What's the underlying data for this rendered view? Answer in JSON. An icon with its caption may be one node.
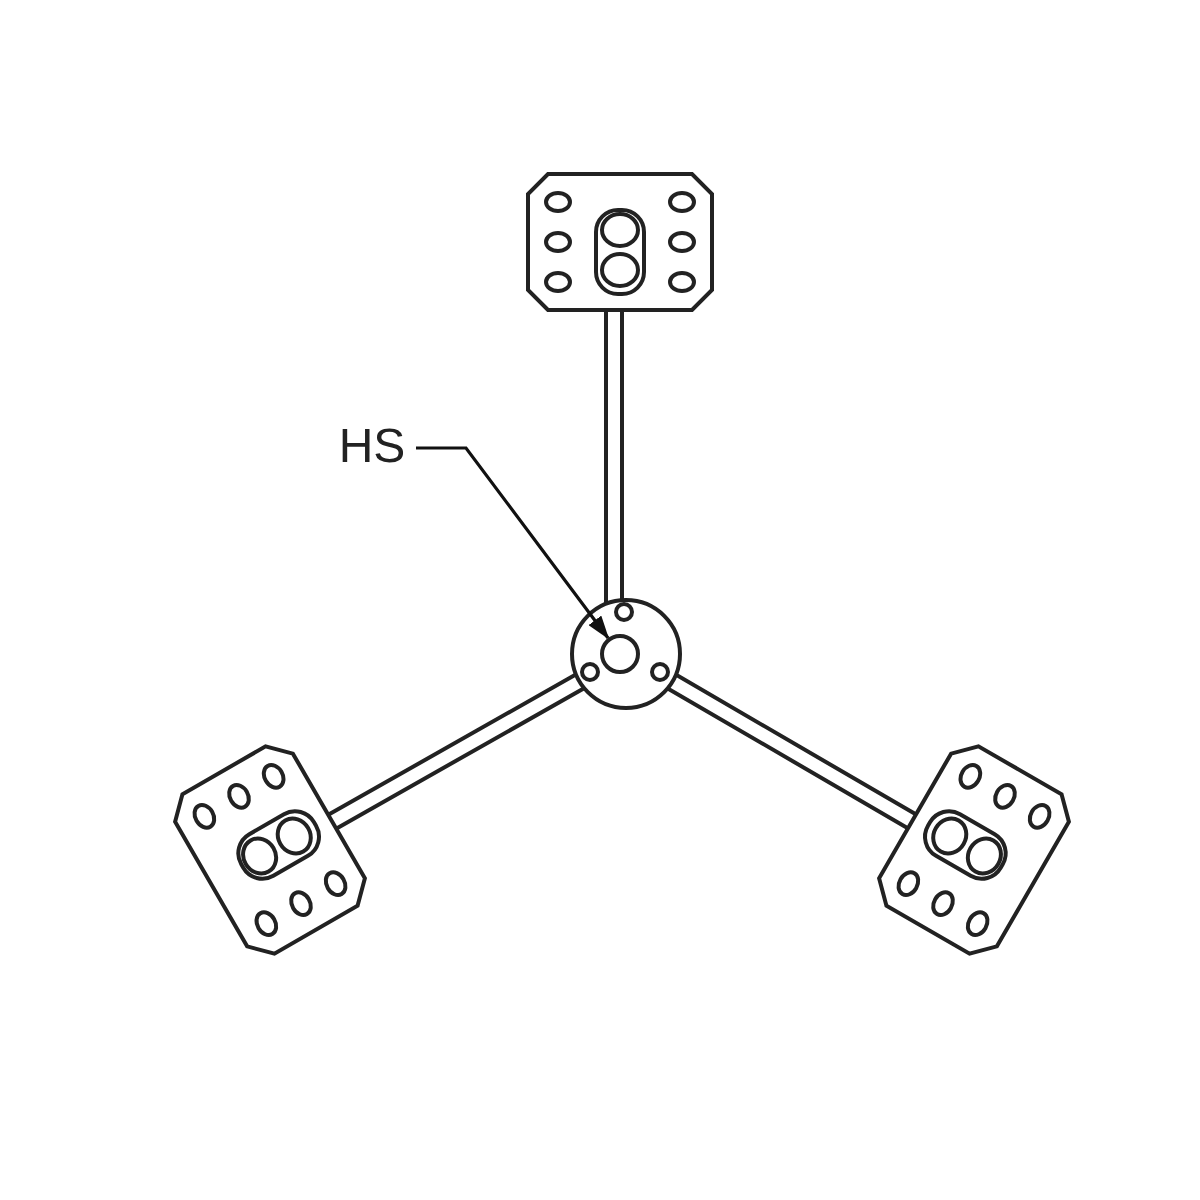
{
  "diagram": {
    "nodes": [
      {
        "text": [
          "HS"
        ]
      },
      {
        "text": [],
        "shape": "circle"
      }
    ],
    "edges": [
      {
        "from": 0,
        "to": 1,
        "arrow": "to"
      }
    ]
  }
}
